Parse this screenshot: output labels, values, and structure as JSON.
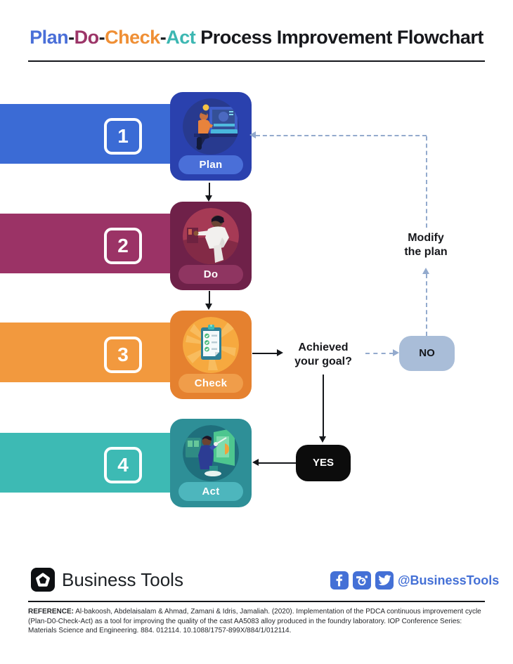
{
  "title": {
    "segments": [
      {
        "text": "Plan",
        "color": "#4a6fd8"
      },
      {
        "text": "-",
        "color": "#17181c"
      },
      {
        "text": "Do",
        "color": "#9c3568"
      },
      {
        "text": "-",
        "color": "#17181c"
      },
      {
        "text": "Check",
        "color": "#ef8f35"
      },
      {
        "text": "-",
        "color": "#17181c"
      },
      {
        "text": "Act",
        "color": "#3cb7b2"
      },
      {
        "text": " Process Improvement Flowchart",
        "color": "#17181c"
      }
    ]
  },
  "steps": [
    {
      "number": "1",
      "label": "Plan",
      "bar_color": "#3b6bd5",
      "card_color": "#2a41ae",
      "pill_color": "#4a6fd8"
    },
    {
      "number": "2",
      "label": "Do",
      "bar_color": "#9b3366",
      "card_color": "#6f2149",
      "pill_color": "#8f3561"
    },
    {
      "number": "3",
      "label": "Check",
      "bar_color": "#f2993e",
      "card_color": "#e5812f",
      "pill_color": "#f09d4a"
    },
    {
      "number": "4",
      "label": "Act",
      "bar_color": "#3dbab4",
      "card_color": "#2e8f97",
      "pill_color": "#4db6bd"
    }
  ],
  "flow": {
    "question_line1": "Achieved",
    "question_line2": "your goal?",
    "modify_line1": "Modify",
    "modify_line2": "the plan",
    "no_label": "NO",
    "yes_label": "YES",
    "no_color": "#a9bdd8",
    "yes_color": "#0c0c0c",
    "dashed_color": "#93aacd",
    "solid_color": "#15171b"
  },
  "footer": {
    "brand": "Business Tools",
    "handle": "@BusinessTools",
    "social_color": "#4470d6"
  },
  "reference": {
    "label": "REFERENCE:",
    "text": " Al-bakoosh, Abdelaisalam & Ahmad, Zamani & Idris, Jamaliah. (2020). Implementation of the PDCA continuous improvement cycle (Plan-D0-Check-Act) as a tool for improving the quality of the cast AA5083 alloy produced in the foundry laboratory. IOP Conference Series: Materials Science and Engineering. 884. 012114. 10.1088/1757-899X/884/1/012114."
  }
}
